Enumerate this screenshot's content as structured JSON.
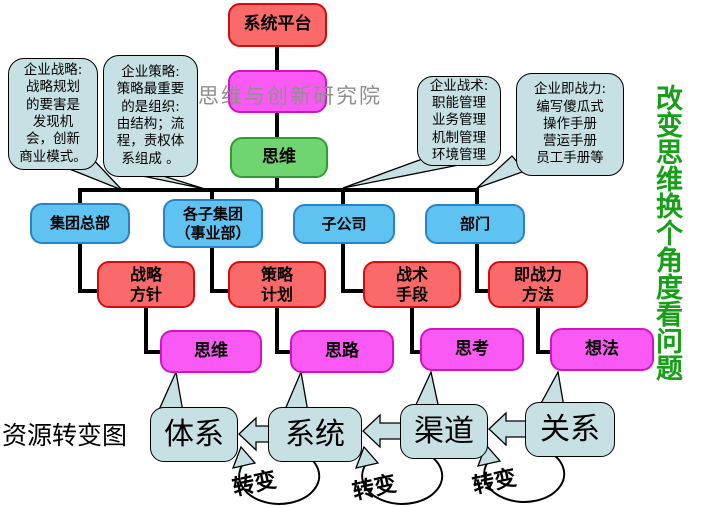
{
  "title_box": "系统平台",
  "watermark": "思维与创新研究院",
  "mind_box": "思维",
  "vertical_slogan": "改变思维换个角度看问题",
  "bottom_label": "资源转变图",
  "callouts": [
    "企业战略:\n战略规划\n的要害是\n发现机\n会，创新\n商业模式。",
    "企业策略:\n策略最重要\n的是组织:\n由结构；流\n程，责权体\n系组成 。",
    "企业战术:\n职能管理\n业务管理\n机制管理\n环境管理",
    "企业即战力:\n编写傻瓜式\n操作手册\n营运手册\n员工手册等"
  ],
  "org_row": [
    "集团总部",
    "各子集团\n（事业部）",
    "子公司",
    "部门"
  ],
  "strategy_row": [
    "战略\n方针",
    "策略\n计划",
    "战术\n手段",
    "即战力\n方法"
  ],
  "thinking_row": [
    "思维",
    "思路",
    "思考",
    "想法"
  ],
  "resource_row": [
    "体系",
    "系统",
    "渠道",
    "关系"
  ],
  "transform_labels": [
    "转变",
    "转变",
    "转变"
  ],
  "colors": {
    "red_fill": "#fa6a6a",
    "red_border": "#d80b0b",
    "blue_fill": "#5fc3f2",
    "blue_border": "#2a82c6",
    "green_fill": "#70d570",
    "green_border": "#2f9e2f",
    "magenta_fill": "#fb59f3",
    "magenta_border": "#d411c4",
    "cyan_fill": "#c7e0e3",
    "slogan_green": "#17a017",
    "watermark_gray": "#8f8f8f",
    "connector": "#000000"
  }
}
